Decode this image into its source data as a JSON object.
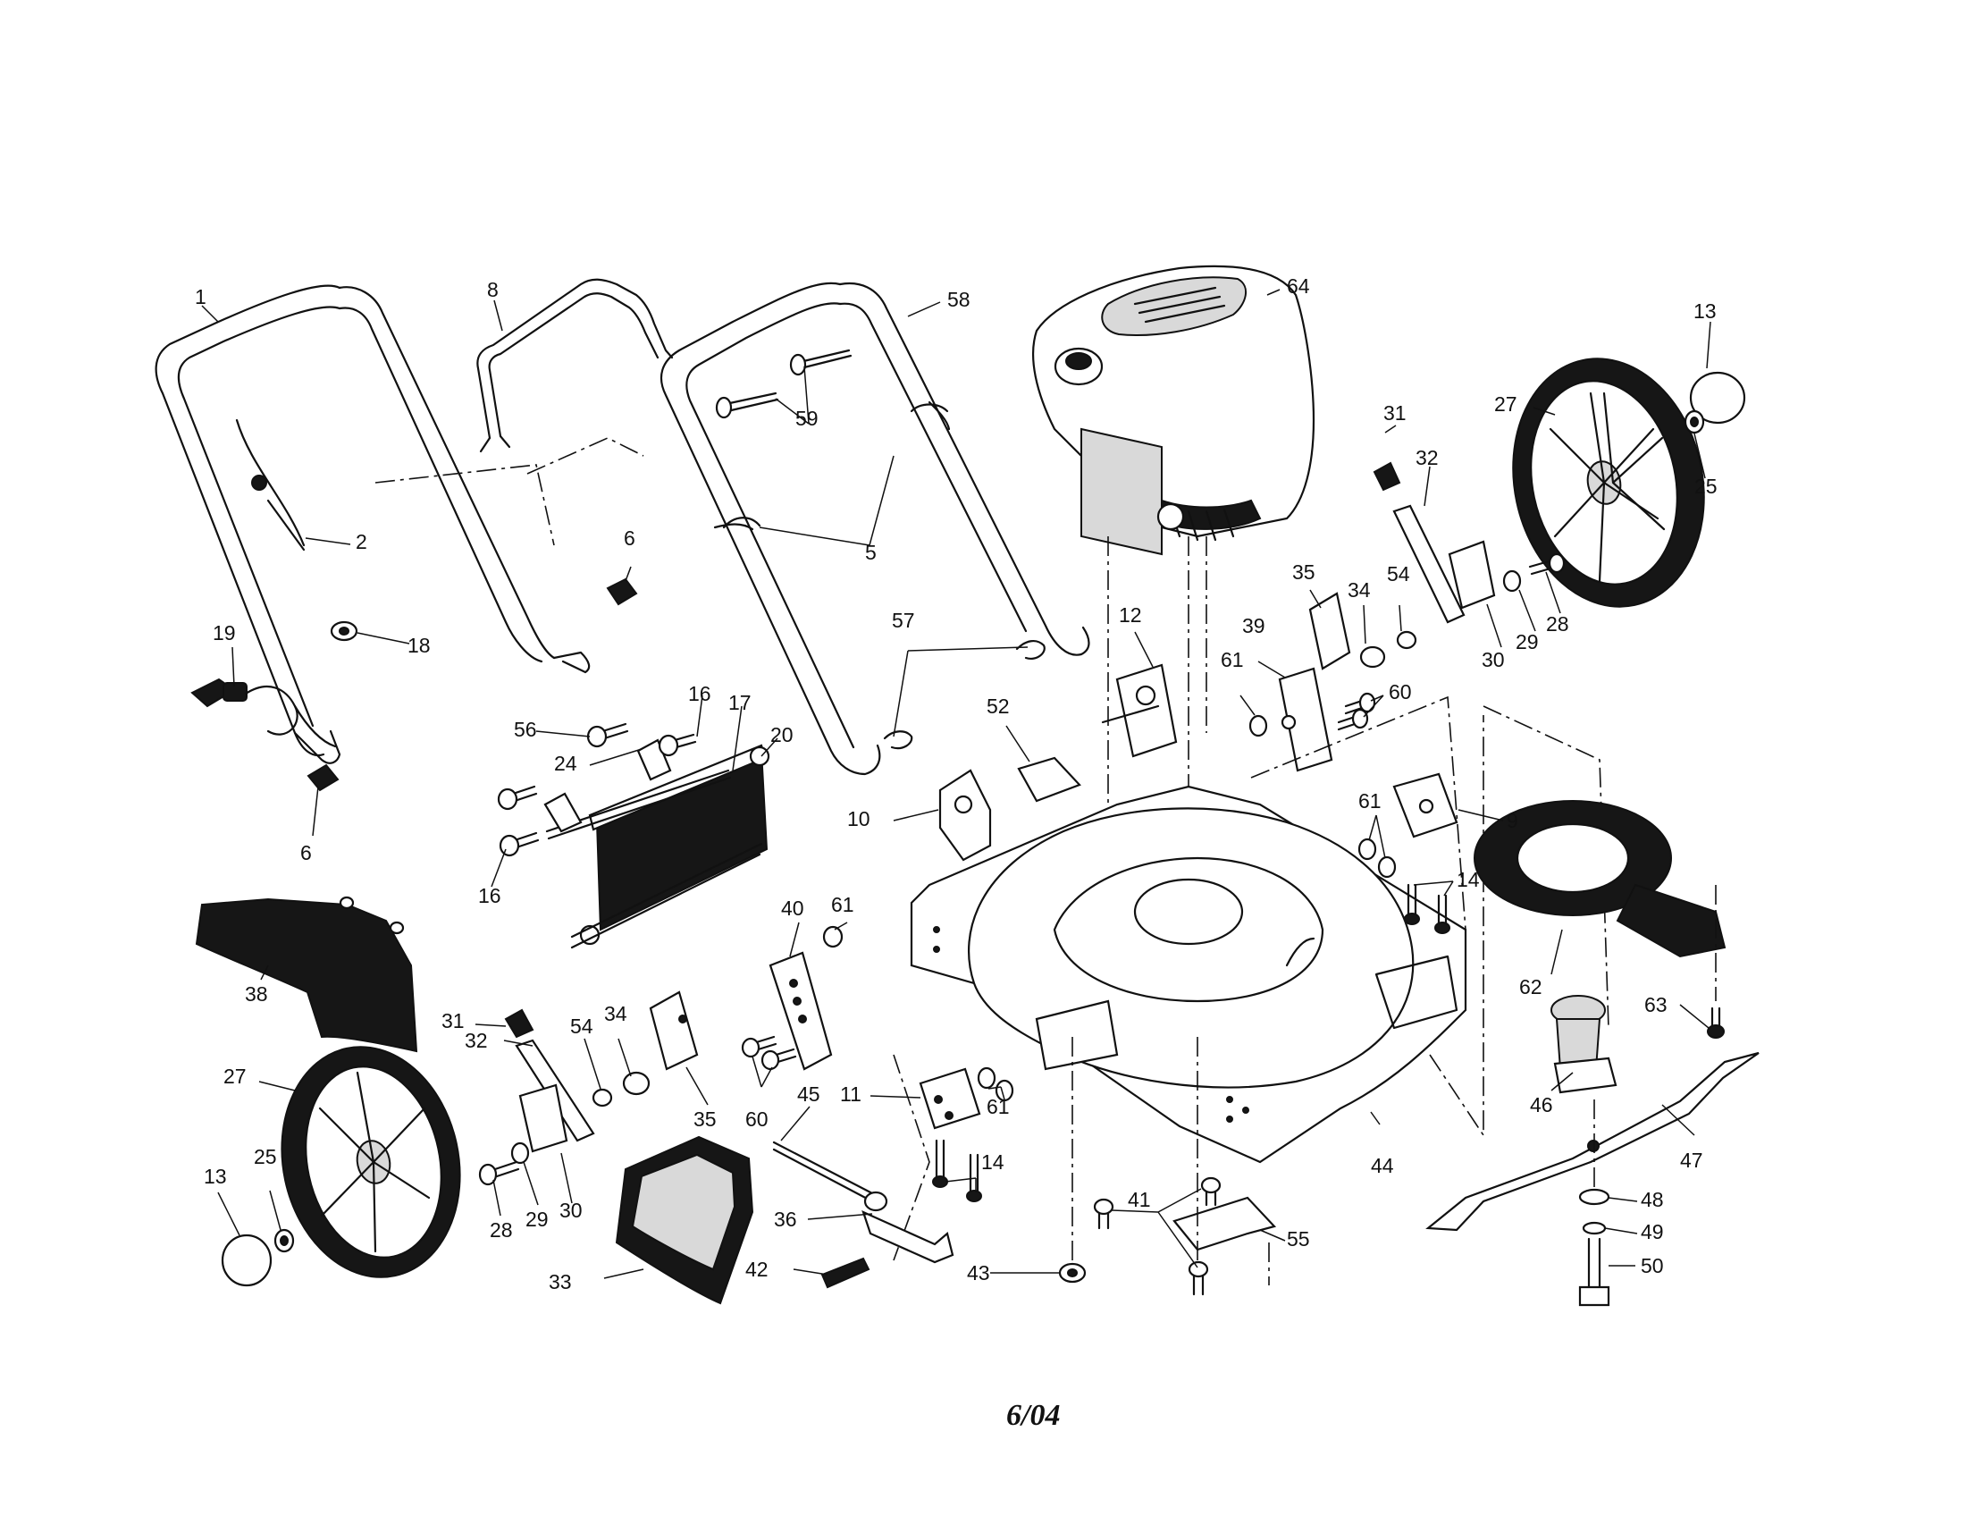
{
  "footer_code": "6/04",
  "callouts": [
    {
      "id": "c1",
      "text": "1"
    },
    {
      "id": "c8",
      "text": "8"
    },
    {
      "id": "c58",
      "text": "58"
    },
    {
      "id": "c64",
      "text": "64"
    },
    {
      "id": "c13a",
      "text": "13"
    },
    {
      "id": "c27a",
      "text": "27"
    },
    {
      "id": "c59",
      "text": "59"
    },
    {
      "id": "c31a",
      "text": "31"
    },
    {
      "id": "c32a",
      "text": "32"
    },
    {
      "id": "c25a",
      "text": "25"
    },
    {
      "id": "c2",
      "text": "2"
    },
    {
      "id": "c5",
      "text": "5"
    },
    {
      "id": "c6a",
      "text": "6"
    },
    {
      "id": "c35a",
      "text": "35"
    },
    {
      "id": "c34a",
      "text": "34"
    },
    {
      "id": "c54a",
      "text": "54"
    },
    {
      "id": "c18",
      "text": "18"
    },
    {
      "id": "c19",
      "text": "19"
    },
    {
      "id": "c57",
      "text": "57"
    },
    {
      "id": "c12",
      "text": "12"
    },
    {
      "id": "c39",
      "text": "39"
    },
    {
      "id": "c28a",
      "text": "28"
    },
    {
      "id": "c29a",
      "text": "29"
    },
    {
      "id": "c30a",
      "text": "30"
    },
    {
      "id": "c16a",
      "text": "16"
    },
    {
      "id": "c17",
      "text": "17"
    },
    {
      "id": "c56",
      "text": "56"
    },
    {
      "id": "c20",
      "text": "20"
    },
    {
      "id": "c61a",
      "text": "61"
    },
    {
      "id": "c60a",
      "text": "60"
    },
    {
      "id": "c24",
      "text": "24"
    },
    {
      "id": "c52",
      "text": "52"
    },
    {
      "id": "c10",
      "text": "10"
    },
    {
      "id": "c6b",
      "text": "6"
    },
    {
      "id": "c61b",
      "text": "61"
    },
    {
      "id": "c9",
      "text": "9"
    },
    {
      "id": "c16b",
      "text": "16"
    },
    {
      "id": "c14a",
      "text": "14"
    },
    {
      "id": "c40",
      "text": "40"
    },
    {
      "id": "c61c",
      "text": "61"
    },
    {
      "id": "c38",
      "text": "38"
    },
    {
      "id": "c31b",
      "text": "31"
    },
    {
      "id": "c62",
      "text": "62"
    },
    {
      "id": "c32b",
      "text": "32"
    },
    {
      "id": "c54b",
      "text": "54"
    },
    {
      "id": "c34b",
      "text": "34"
    },
    {
      "id": "c63",
      "text": "63"
    },
    {
      "id": "c27b",
      "text": "27"
    },
    {
      "id": "c45",
      "text": "45"
    },
    {
      "id": "c11",
      "text": "11"
    },
    {
      "id": "c46",
      "text": "46"
    },
    {
      "id": "c35b",
      "text": "35"
    },
    {
      "id": "c60b",
      "text": "60"
    },
    {
      "id": "c61d",
      "text": "61"
    },
    {
      "id": "c13b",
      "text": "13"
    },
    {
      "id": "c25b",
      "text": "25"
    },
    {
      "id": "c44",
      "text": "44"
    },
    {
      "id": "c47",
      "text": "47"
    },
    {
      "id": "c14b",
      "text": "14"
    },
    {
      "id": "c29b",
      "text": "29"
    },
    {
      "id": "c30b",
      "text": "30"
    },
    {
      "id": "c36",
      "text": "36"
    },
    {
      "id": "c41",
      "text": "41"
    },
    {
      "id": "c48",
      "text": "48"
    },
    {
      "id": "c28b",
      "text": "28"
    },
    {
      "id": "c55",
      "text": "55"
    },
    {
      "id": "c49",
      "text": "49"
    },
    {
      "id": "c42",
      "text": "42"
    },
    {
      "id": "c43",
      "text": "43"
    },
    {
      "id": "c50",
      "text": "50"
    },
    {
      "id": "c33",
      "text": "33"
    }
  ]
}
